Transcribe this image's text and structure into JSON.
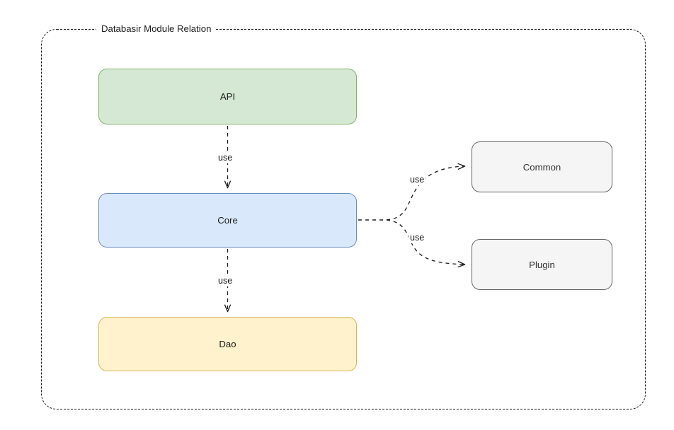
{
  "diagram": {
    "title": "Databasir Module Relation",
    "nodes": [
      {
        "id": "api",
        "label": "API",
        "fill": "#d5e8d4",
        "stroke": "#82b366"
      },
      {
        "id": "core",
        "label": "Core",
        "fill": "#dae8fc",
        "stroke": "#6c8ebf"
      },
      {
        "id": "dao",
        "label": "Dao",
        "fill": "#fff2cc",
        "stroke": "#d6b656"
      },
      {
        "id": "common",
        "label": "Common",
        "fill": "#f5f5f5",
        "stroke": "#666666"
      },
      {
        "id": "plugin",
        "label": "Plugin",
        "fill": "#f5f5f5",
        "stroke": "#666666"
      }
    ],
    "edges": [
      {
        "from": "api",
        "to": "core",
        "label": "use"
      },
      {
        "from": "core",
        "to": "dao",
        "label": "use"
      },
      {
        "from": "core",
        "to": "common",
        "label": "use"
      },
      {
        "from": "core",
        "to": "plugin",
        "label": "use"
      }
    ],
    "edge_style": "dashed-arrow",
    "frame_style": "dashed-rounded-container"
  }
}
